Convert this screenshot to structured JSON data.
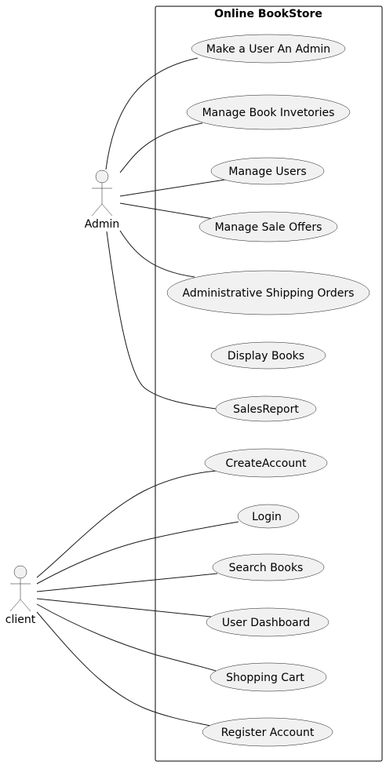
{
  "system": {
    "title": "Online BookStore"
  },
  "actors": {
    "admin": {
      "label": "Admin"
    },
    "client": {
      "label": "client"
    }
  },
  "use_cases": {
    "make_admin": "Make a User An Admin",
    "manage_inventories": "Manage Book Invetories",
    "manage_users": "Manage Users",
    "manage_sale_offers": "Manage Sale Offers",
    "admin_shipping": "Administrative Shipping Orders",
    "display_books": "Display Books",
    "sales_report": "SalesReport",
    "create_account": "CreateAccount",
    "login": "Login",
    "search_books": "Search Books",
    "user_dashboard": "User Dashboard",
    "shopping_cart": "Shopping Cart",
    "register_account": "Register Account"
  }
}
